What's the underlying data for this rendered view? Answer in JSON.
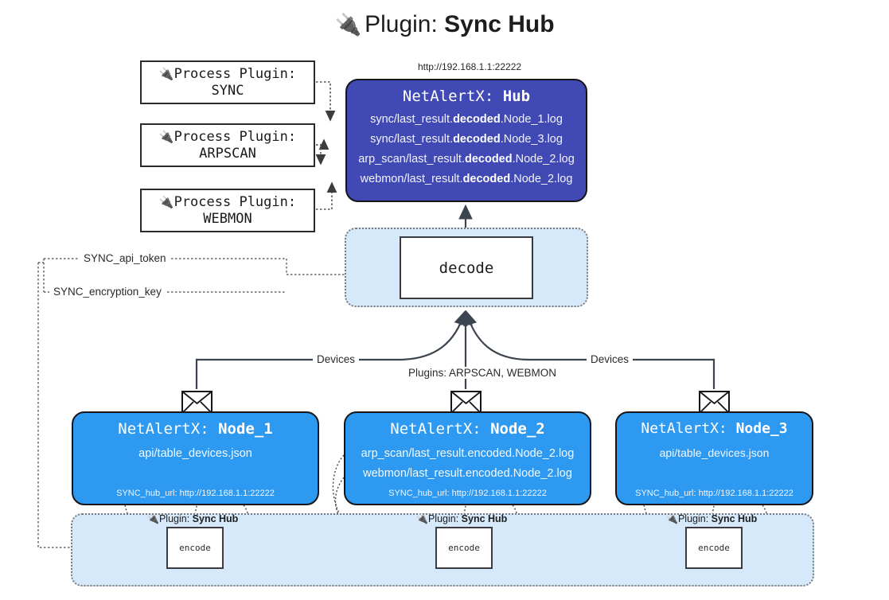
{
  "title": {
    "icon": "plug-icon",
    "prefix": "Plugin: ",
    "name": "Sync Hub"
  },
  "hub": {
    "url": "http://192.168.1.1:22222",
    "title_prefix": "NetAlertX: ",
    "title_name": "Hub",
    "lines": [
      {
        "pre": "sync/last_result.",
        "bold": "decoded",
        "post": ".Node_1.log"
      },
      {
        "pre": "sync/last_result.",
        "bold": "decoded",
        "post": ".Node_3.log"
      },
      {
        "pre": "arp_scan/last_result.",
        "bold": "decoded",
        "post": ".Node_2.log"
      },
      {
        "pre": "webmon/last_result.",
        "bold": "decoded",
        "post": ".Node_2.log"
      }
    ]
  },
  "process_plugins": [
    {
      "icon": "plug-icon",
      "line1": "Process Plugin:",
      "line2": "SYNC"
    },
    {
      "icon": "plug-icon",
      "line1": "Process Plugin:",
      "line2": "ARPSCAN"
    },
    {
      "icon": "plug-icon",
      "line1": "Process Plugin:",
      "line2": "WEBMON"
    }
  ],
  "decode": {
    "label": "decode"
  },
  "wire_labels": {
    "api_token": "SYNC_api_token",
    "encryption_key": "SYNC_encryption_key",
    "devices_left": "Devices",
    "devices_right": "Devices",
    "plugins_mid": "Plugins: ARPSCAN, WEBMON"
  },
  "nodes": [
    {
      "title_prefix": "NetAlertX: ",
      "title_name": "Node_1",
      "lines": [
        "api/table_devices.json"
      ],
      "footer": "SYNC_hub_url: http://192.168.1.1:22222",
      "envelope_icon": "envelope-icon"
    },
    {
      "title_prefix": "NetAlertX: ",
      "title_name": "Node_2",
      "lines": [
        "arp_scan/last_result.encoded.Node_2.log",
        "webmon/last_result.encoded.Node_2.log"
      ],
      "footer": "SYNC_hub_url: http://192.168.1.1:22222",
      "envelope_icon": "envelope-icon"
    },
    {
      "title_prefix": "NetAlertX: ",
      "title_name": "Node_3",
      "lines": [
        "api/table_devices.json"
      ],
      "footer": "SYNC_hub_url: http://192.168.1.1:22222",
      "envelope_icon": "envelope-icon"
    }
  ],
  "encoders": [
    {
      "plugin_prefix": "Plugin: ",
      "plugin_name": "Sync Hub",
      "label": "encode",
      "icon": "plug-icon"
    },
    {
      "plugin_prefix": "Plugin: ",
      "plugin_name": "Sync Hub",
      "label": "encode",
      "icon": "plug-icon"
    },
    {
      "plugin_prefix": "Plugin: ",
      "plugin_name": "Sync Hub",
      "label": "encode",
      "icon": "plug-icon"
    }
  ],
  "colors": {
    "hub": "#4049b4",
    "node": "#2d99f0",
    "container": "#d6e9fa",
    "outline": "#15151a",
    "wire": "#3c4450"
  }
}
